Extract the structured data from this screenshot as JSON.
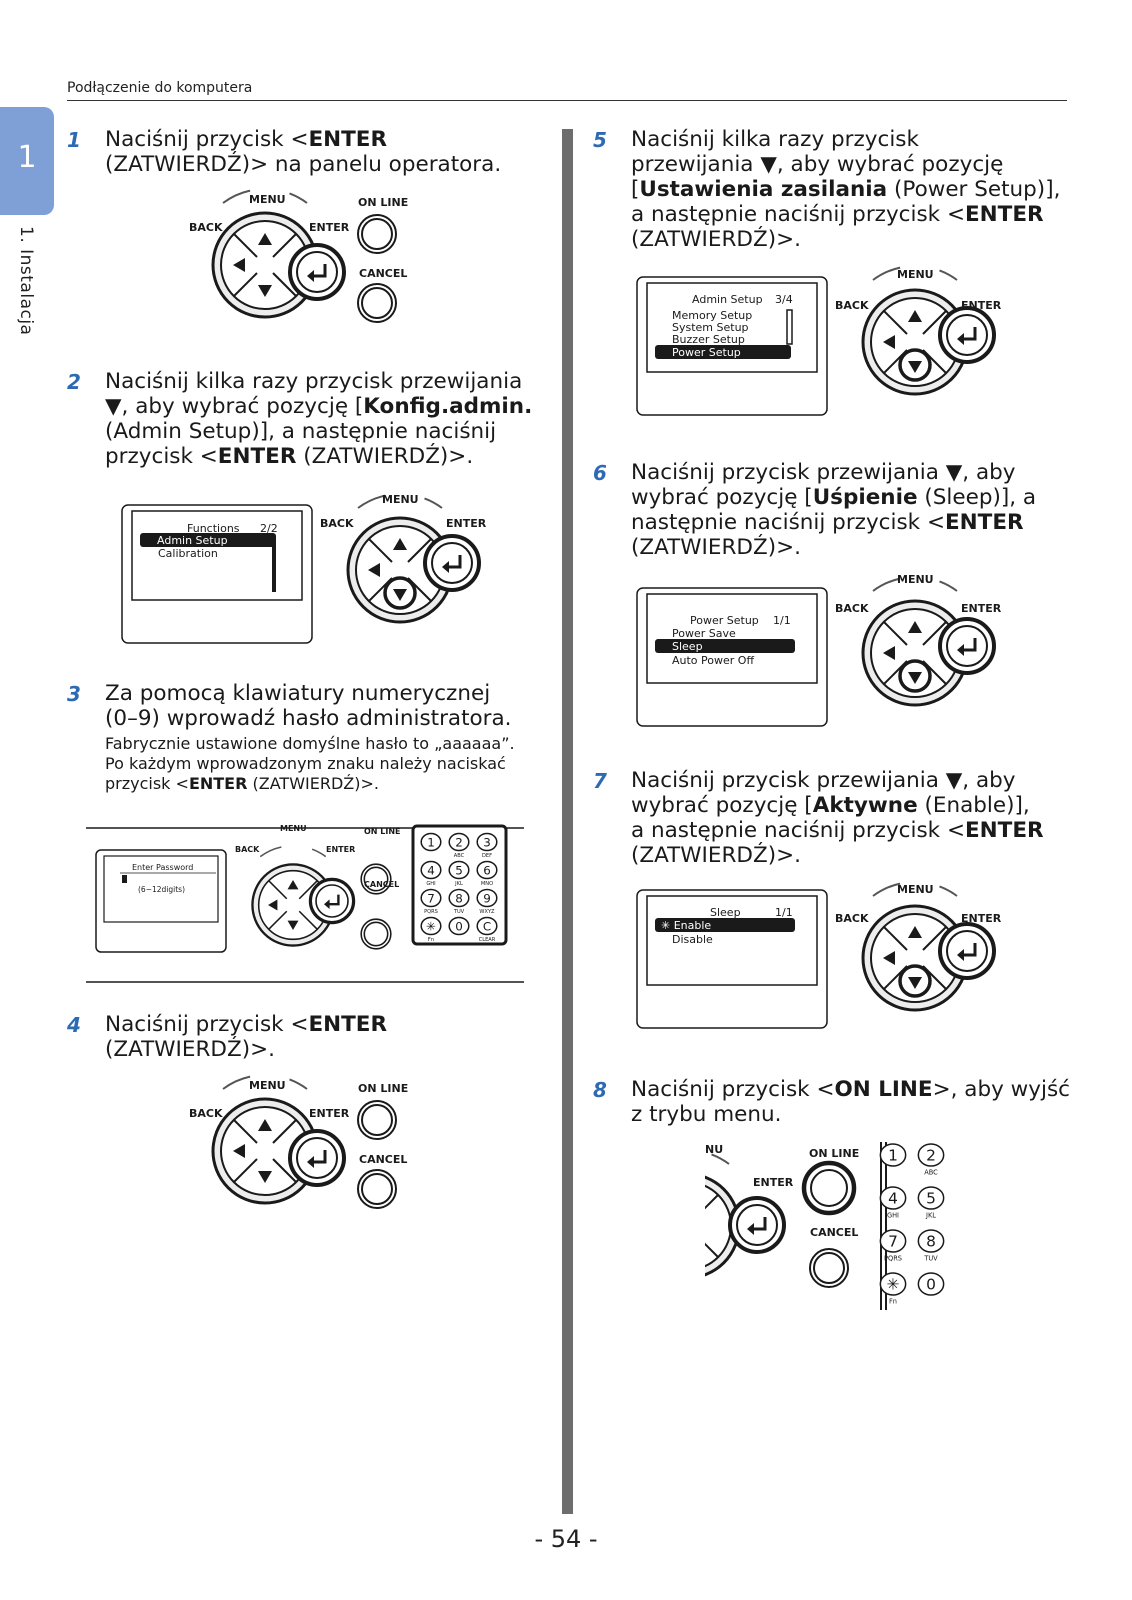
{
  "header": "Podłączenie do komputera",
  "chapter": {
    "number": "1",
    "label": "1. Instalacja"
  },
  "page_number": "- 54 -",
  "panel": {
    "menu": "MENU",
    "back": "BACK",
    "enter": "ENTER",
    "online": "ON LINE",
    "cancel": "CANCEL"
  },
  "steps": [
    {
      "num": "1",
      "lines": [
        "Naciśnij przycisk <**ENTER**",
        "(ZATWIERDŹ)> na panelu operatora."
      ]
    },
    {
      "num": "2",
      "lines": [
        "Naciśnij kilka razy przycisk przewijania",
        "▼, aby wybrać pozycję [**Konfig.admin.**",
        "(Admin Setup)], a następnie naciśnij",
        "przycisk <**ENTER** (ZATWIERDŹ)>."
      ]
    },
    {
      "num": "3",
      "lines": [
        "Za pomocą klawiatury numerycznej",
        "(0–9) wprowadź hasło administratora."
      ],
      "sub": [
        "Fabrycznie ustawione domyślne hasło to „aaaaaa”.",
        "Po każdym wprowadzonym znaku należy naciskać",
        "przycisk <**ENTER** (ZATWIERDŹ)>."
      ]
    },
    {
      "num": "4",
      "lines": [
        "Naciśnij przycisk <**ENTER**",
        "(ZATWIERDŹ)>."
      ]
    },
    {
      "num": "5",
      "lines": [
        "Naciśnij kilka razy przycisk",
        "przewijania ▼, aby wybrać pozycję",
        "[**Ustawienia zasilania** (Power Setup)],",
        "a następnie naciśnij przycisk <**ENTER**",
        "(ZATWIERDŹ)>."
      ]
    },
    {
      "num": "6",
      "lines": [
        "Naciśnij przycisk przewijania ▼, aby",
        "wybrać pozycję [**Uśpienie** (Sleep)], a",
        "następnie naciśnij przycisk <**ENTER**",
        "(ZATWIERDŹ)>."
      ]
    },
    {
      "num": "7",
      "lines": [
        "Naciśnij przycisk przewijania ▼, aby",
        "wybrać pozycję [**Aktywne** (Enable)],",
        "a następnie naciśnij przycisk <**ENTER**",
        "(ZATWIERDŹ)>."
      ]
    },
    {
      "num": "8",
      "lines": [
        "Naciśnij przycisk <**ON LINE**>, aby wyjść",
        "z trybu menu."
      ]
    }
  ],
  "screens": {
    "functions": {
      "title": "Functions",
      "page": "2/2",
      "items": [
        "Admin Setup",
        "Calibration"
      ]
    },
    "password": {
      "title": "Enter Password",
      "hint": "(6~12digits)"
    },
    "admin": {
      "title": "Admin Setup",
      "page": "3/4",
      "items": [
        "Memory Setup",
        "System Setup",
        "Buzzer Setup",
        "Power Setup"
      ]
    },
    "power": {
      "title": "Power Setup",
      "page": "1/1",
      "items": [
        "Power Save",
        "Sleep",
        "Auto Power Off"
      ]
    },
    "sleep": {
      "title": "Sleep",
      "page": "1/1",
      "items": [
        "✳ Enable",
        "Disable"
      ]
    }
  },
  "keypad": {
    "keys": [
      "1",
      "2",
      "3",
      "4",
      "5",
      "6",
      "7",
      "8",
      "9",
      "✳",
      "0",
      "C"
    ],
    "subs": [
      "",
      "ABC",
      "DEF",
      "GHI",
      "JKL",
      "MNO",
      "PQRS",
      "TUV",
      "WXYZ",
      "Fn",
      "",
      "CLEAR"
    ]
  }
}
